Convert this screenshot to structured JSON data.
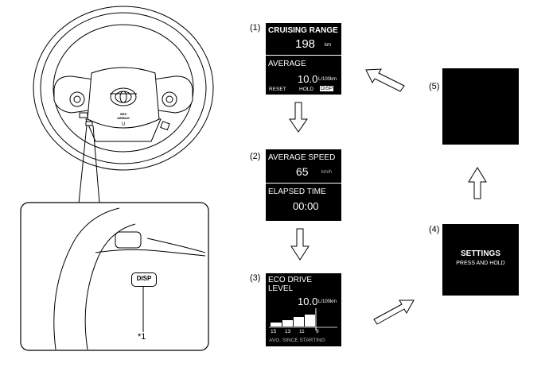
{
  "labels": {
    "s1": "(1)",
    "s2": "(2)",
    "s3": "(3)",
    "s4": "(4)",
    "s5": "(5)",
    "callout": "*1"
  },
  "wheel": {
    "button_label": "DISP",
    "hub_text": "SRS AIRBAG",
    "bottom_mark": "U"
  },
  "screen1": {
    "title": "CRUISING RANGE",
    "range_value": "198",
    "range_unit": "km",
    "avg_label": "AVERAGE",
    "avg_value": "10.0",
    "avg_unit": "L/100km",
    "footer_reset": "RESET",
    "footer_hold": "HOLD",
    "footer_disp": "DISP"
  },
  "screen2": {
    "speed_label": "AVERAGE SPEED",
    "speed_value": "65",
    "speed_unit": "km/h",
    "time_label": "ELAPSED TIME",
    "time_value": "00:00"
  },
  "screen3": {
    "title_line1": "ECO DRIVE",
    "title_line2": "LEVEL",
    "value": "10.0",
    "unit": "L/100km",
    "ticks": [
      "15",
      "13",
      "11",
      "9"
    ],
    "footer": "AVG. SINCE STARTING"
  },
  "screen4": {
    "title": "SETTINGS",
    "subtitle": "PRESS AND HOLD"
  },
  "colors": {
    "screen": "#000000",
    "line": "#000000",
    "panel": "#ffffff"
  }
}
